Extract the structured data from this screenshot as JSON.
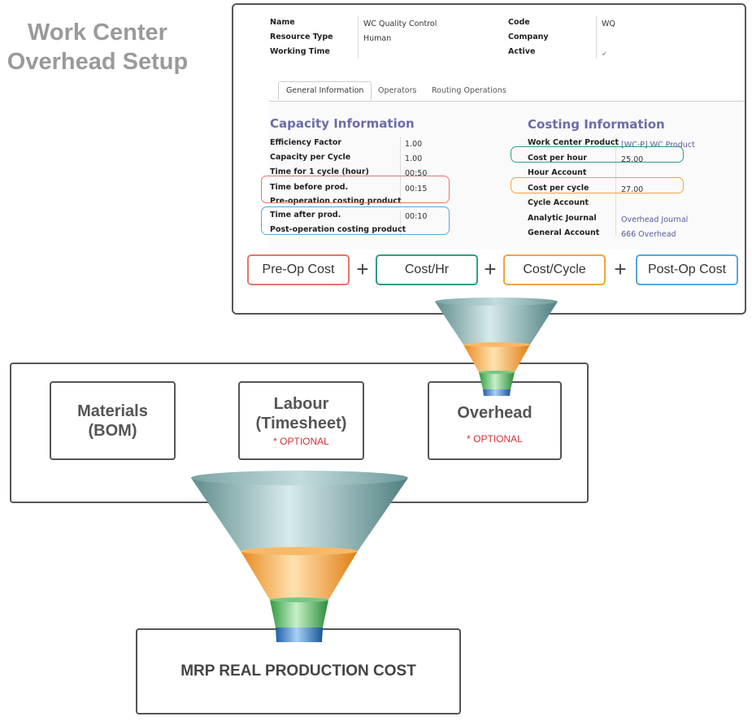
{
  "title_line1": "Work Center",
  "title_line2": "Overhead Setup",
  "form": {
    "header": {
      "name_label": "Name",
      "name_value": "WC Quality Control",
      "resource_type_label": "Resource Type",
      "resource_type_value": "Human",
      "working_time_label": "Working Time",
      "code_label": "Code",
      "code_value": "WQ",
      "company_label": "Company",
      "active_label": "Active",
      "active_value": "✔"
    },
    "tabs": [
      "General Information",
      "Operators",
      "Routing Operations"
    ],
    "capacity": {
      "heading": "Capacity Information",
      "rows": [
        {
          "label": "Efficiency Factor",
          "value": "1.00"
        },
        {
          "label": "Capacity per Cycle",
          "value": "1.00"
        },
        {
          "label": "Time for 1 cycle (hour)",
          "value": "00:50"
        },
        {
          "label": "Time before prod.",
          "value": "00:15"
        },
        {
          "label": "Pre-operation costing product",
          "value": ""
        },
        {
          "label": "Time after prod.",
          "value": "00:10"
        },
        {
          "label": "Post-operation costing product",
          "value": ""
        }
      ]
    },
    "costing": {
      "heading": "Costing Information",
      "rows": [
        {
          "label": "Work Center Product",
          "value": "[WC-P] WC Product"
        },
        {
          "label": "Cost per hour",
          "value": "25.00"
        },
        {
          "label": "Hour Account",
          "value": ""
        },
        {
          "label": "Cost per cycle",
          "value": "27.00"
        },
        {
          "label": "Cycle Account",
          "value": ""
        },
        {
          "label": "Analytic Journal",
          "value": "Overhead Journal"
        },
        {
          "label": "General Account",
          "value": "666 Overhead"
        }
      ]
    }
  },
  "cost_terms": [
    "Pre-Op Cost",
    "Cost/Hr",
    "Cost/Cycle",
    "Post-Op Cost"
  ],
  "plus_sign": "+",
  "categories": [
    {
      "line1": "Materials",
      "line2": "(BOM)",
      "optional": ""
    },
    {
      "line1": "Labour",
      "line2": "(Timesheet)",
      "optional": "* OPTIONAL"
    },
    {
      "line1": "Overhead",
      "line2": "",
      "optional": "* OPTIONAL"
    }
  ],
  "result": "MRP REAL PRODUCTION COST",
  "colors": {
    "pre_op": "#e8746c",
    "cost_hr": "#2f9e86",
    "cost_cycle": "#f0a43c",
    "post_op": "#5aa7d8",
    "optional_text": "#d0303a"
  }
}
